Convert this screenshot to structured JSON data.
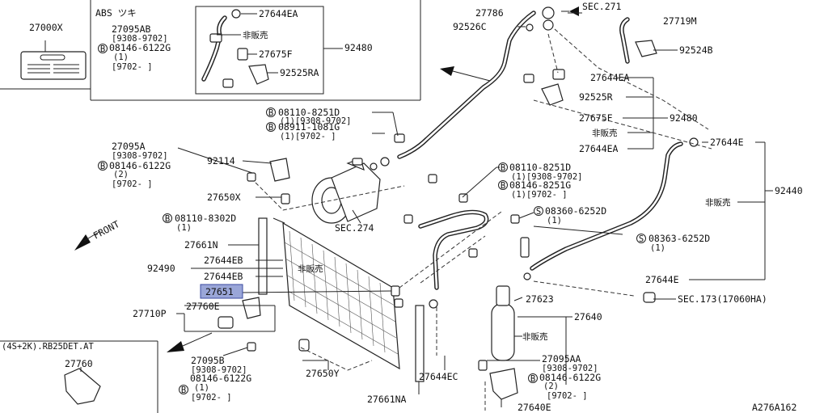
{
  "diagram": {
    "figure_code": "A276A162",
    "callouts": {
      "c27000X": "27000X",
      "abs_title": "ABS ツキ",
      "c27095AB": "27095AB",
      "c27095AB_date": "[9308-9702]",
      "c08146_6122G_a": "08146-6122G",
      "qty1_a": "(1)",
      "c9702_a": "[9702-    ]",
      "c27644EA_top": "27644EA",
      "hanbai_a": "非販売",
      "c27675F_a": "27675F",
      "c92525RA": "92525RA",
      "c92480_a": "92480",
      "c27786": "27786",
      "sec271": "SEC.271",
      "c27719M": "27719M",
      "c92526C": "92526C",
      "c92524B": "92524B",
      "c27644EA_b": "27644EA",
      "c92525R": "92525R",
      "c27675F_b": "27675F",
      "c92480_b": "92480",
      "hanbai_b": "非販売",
      "c27644EA_c": "27644EA",
      "c08110_8251D_a": "08110-8251D",
      "c08110_8251D_a_sub": "(1)[9308-9702]",
      "c08911_1081G": "08911-1081G",
      "c08911_1081G_sub": "(1)[9702-    ]",
      "c27095A": "27095A",
      "c27095A_date": "[9308-9702]",
      "c08146_6122G_b": "08146-6122G",
      "qty2_b": "(2)",
      "c9702_b": "[9702-    ]",
      "c92114": "92114",
      "c27650X": "27650X",
      "c08110_8302D": "08110-8302D",
      "qty1_c": "(1)",
      "sec274": "SEC.274",
      "c08110_8251D_b": "08110-8251D",
      "c08110_8251D_b_sub": "(1)[9308-9702]",
      "c08146_8251G": "08146-8251G",
      "c08146_8251G_sub": "(1)[9702-    ]",
      "c27644E_r": "27644E",
      "c92440": "92440",
      "hanbai_c": "非販売",
      "c08360_6252D": "08360-6252D",
      "qty1_d": "(1)",
      "c08363_6252D": "08363-6252D",
      "qty1_e": "(1)",
      "front": "FRONT",
      "c27661N": "27661N",
      "c27644EB_a": "27644EB",
      "c92490": "92490",
      "hanbai_d": "非販売",
      "c27644EB_b": "27644EB",
      "c27651": "27651",
      "c27644E_b": "27644E",
      "sec173": "SEC.173(17060HA)",
      "c27623": "27623",
      "c27640": "27640",
      "hanbai_e": "非販売",
      "c27710P": "27710P",
      "c27760E": "27760E",
      "variant": "(4S+2K).RB25DET.AT",
      "c27760": "27760",
      "c27095B": "27095B",
      "c27095B_date": "[9308-9702]",
      "c08146_6122G_c": "08146-6122G",
      "qty1_f": "(1)",
      "c9702_c": "[9702-    ]",
      "c27650Y": "27650Y",
      "c27644EC": "27644EC",
      "c27661NA": "27661NA",
      "c27095AA": "27095AA",
      "c27095AA_date": "[9308-9702]",
      "c08146_6122G_d": "08146-6122G",
      "qty2_d": "(2)",
      "c9702_d": "[9702-    ]",
      "c27640E": "27640E",
      "bolt_b": "B",
      "bolt_s": "S"
    }
  }
}
